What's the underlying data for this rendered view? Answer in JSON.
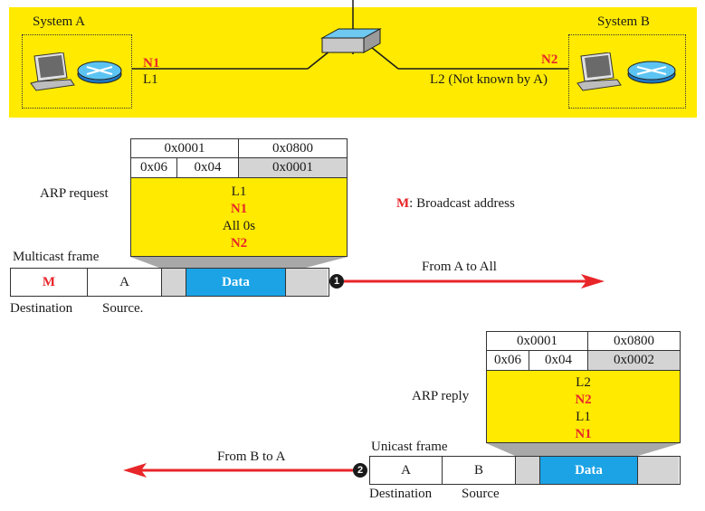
{
  "system_a": {
    "title": "System A",
    "ip": "N1",
    "mac": "L1"
  },
  "system_b": {
    "title": "System B",
    "ip": "N2",
    "mac": "L2 (Not known by A)"
  },
  "request": {
    "label": "ARP request",
    "header": {
      "hw_type": "0x0001",
      "proto_type": "0x0800",
      "hw_len": "0x06",
      "proto_len": "0x04",
      "operation": "0x0001"
    },
    "fields": [
      "L1",
      "N1",
      "All 0s",
      "N2"
    ],
    "frame_label": "Multicast frame",
    "dest": "M",
    "src": "A",
    "data": "Data",
    "dest_caption": "Destination",
    "src_caption": "Source.",
    "step": "1",
    "direction": "From A to All"
  },
  "legend": {
    "symbol": "M",
    "text": ": Broadcast address"
  },
  "reply": {
    "label": "ARP reply",
    "header": {
      "hw_type": "0x0001",
      "proto_type": "0x0800",
      "hw_len": "0x06",
      "proto_len": "0x04",
      "operation": "0x0002"
    },
    "fields": [
      "L2",
      "N2",
      "L1",
      "N1"
    ],
    "frame_label": "Unicast frame",
    "dest": "A",
    "src": "B",
    "data": "Data",
    "dest_caption": "Destination",
    "src_caption": "Source",
    "step": "2",
    "direction": "From B to A"
  },
  "colors": {
    "band": "#ffea00",
    "data": "#1ba3e6",
    "arrow": "#e8262a",
    "gray": "#d4d4d4"
  }
}
